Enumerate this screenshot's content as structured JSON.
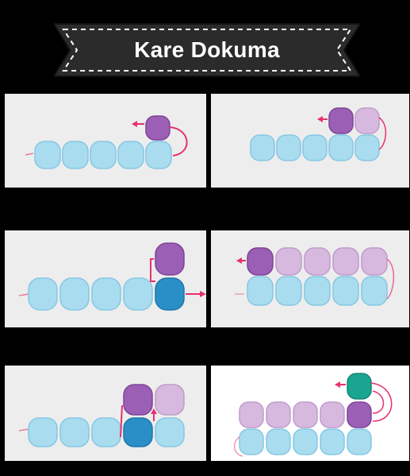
{
  "title": "Kare Dokuma",
  "colors": {
    "blue_light": "#a9dcef",
    "blue_mid": "#7cc6e6",
    "blue_dark": "#2a8fc7",
    "purple": "#9b5fb5",
    "purple_light": "#d7b8de",
    "teal": "#1aa590",
    "thread": "#e6316f",
    "panel_bg": "#eeeeee"
  },
  "panels": [
    {
      "name": "step-1"
    },
    {
      "name": "step-2"
    },
    {
      "name": "step-3"
    },
    {
      "name": "step-4"
    },
    {
      "name": "step-5"
    },
    {
      "name": "step-6"
    }
  ]
}
